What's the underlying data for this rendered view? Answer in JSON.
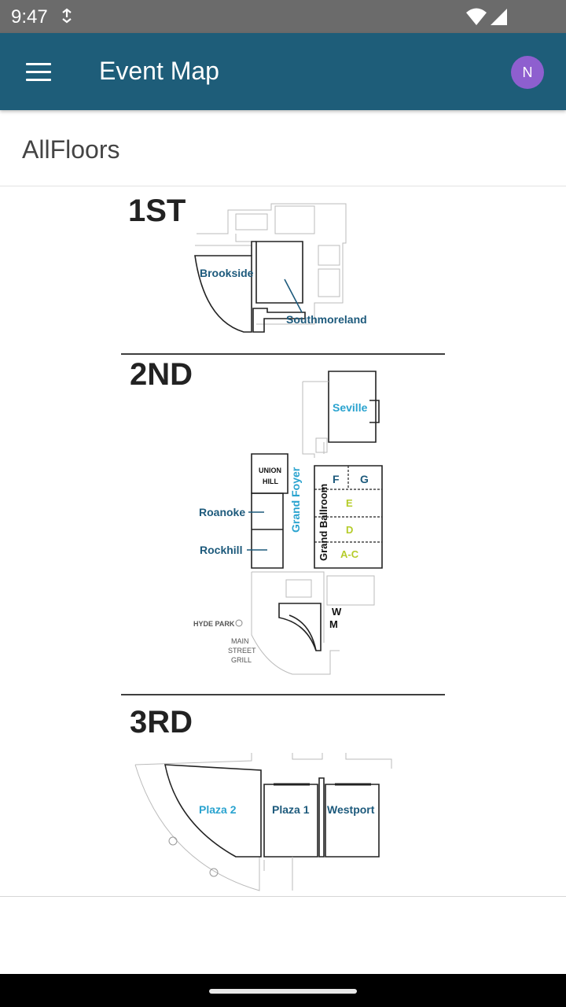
{
  "status_bar": {
    "time": "9:47",
    "icons": [
      "sync-icon",
      "wifi-icon",
      "signal-icon"
    ]
  },
  "app_bar": {
    "title": "Event Map",
    "menu_icon": "hamburger-menu-icon",
    "avatar_initial": "N",
    "avatar_color": "#8e5fcf",
    "background_color": "#1e5d79"
  },
  "floor_filter": {
    "label": "AllFloors"
  },
  "map": {
    "floors": [
      {
        "label": "1ST",
        "rooms": [
          "Brookside",
          "Southmoreland"
        ]
      },
      {
        "label": "2ND",
        "rooms": [
          "Seville",
          "UNION",
          "HILL",
          "Roanoke",
          "Rockhill",
          "Grand Foyer",
          "Grand Ballroom",
          "F",
          "G",
          "E",
          "D",
          "A-C",
          "W",
          "M",
          "HYDE PARK",
          "MAIN",
          "STREET",
          "GRILL"
        ]
      },
      {
        "label": "3RD",
        "rooms": [
          "Plaza 2",
          "Plaza 1",
          "Westport"
        ]
      }
    ],
    "colors": {
      "room_dark": "#1d5a7c",
      "room_light": "#2aa3cf",
      "room_green": "#b5cc2a"
    }
  }
}
